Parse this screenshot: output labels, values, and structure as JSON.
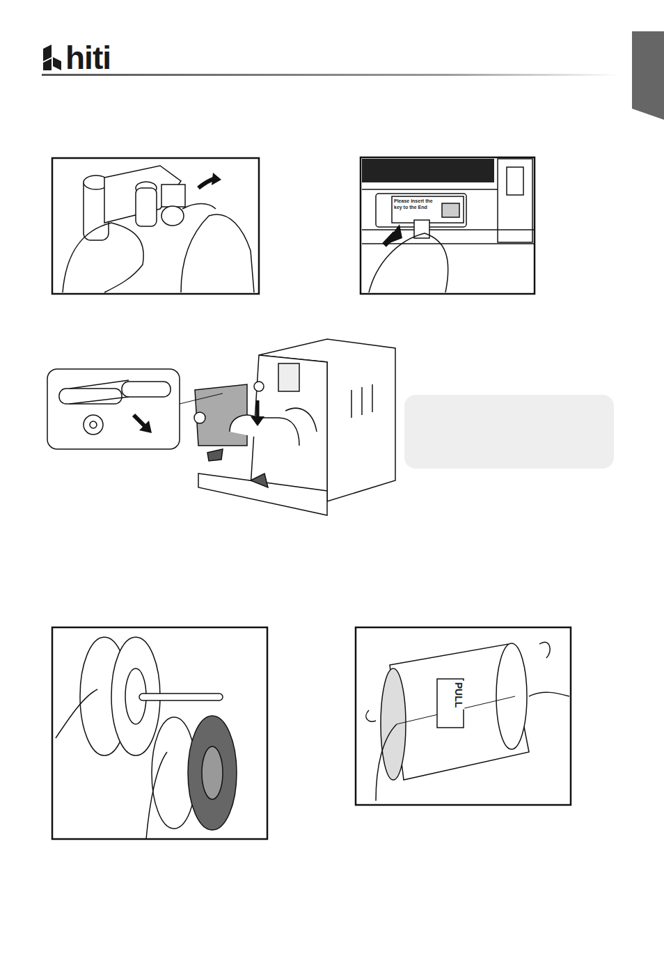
{
  "diagram": {
    "labels": [
      "hiti",
      "Please insert the key to the End",
      "PULL"
    ]
  }
}
